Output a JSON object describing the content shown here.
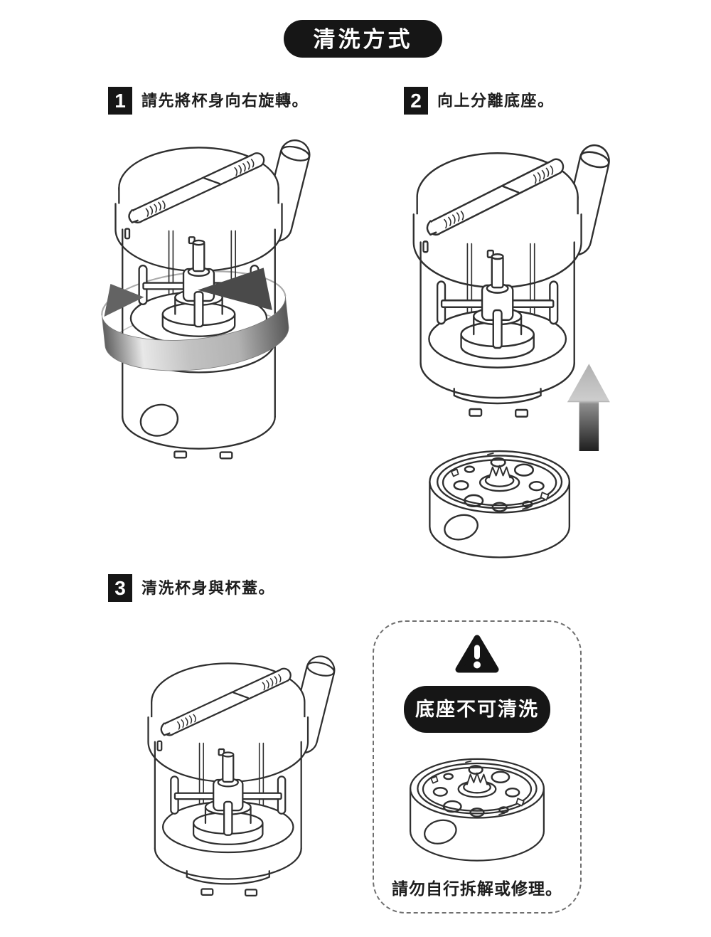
{
  "page": {
    "title": "清洗方式"
  },
  "steps": [
    {
      "number": "1",
      "text": "請先將杯身向右旋轉。",
      "illustration": "grinder-with-rotation-ring"
    },
    {
      "number": "2",
      "text": "向上分離底座。",
      "illustration": "grinder-lifted-off-base"
    },
    {
      "number": "3",
      "text": "清洗杯身與杯蓋。",
      "illustration": "grinder-cup-with-lid"
    }
  ],
  "warning": {
    "icon": "warning-triangle-icon",
    "label": "底座不可清洗",
    "note": "請勿自行拆解或修理。",
    "illustration": "base-unit"
  },
  "colors": {
    "ink": "#161616",
    "line": "#2f2f2f",
    "page_bg": "#ffffff"
  }
}
